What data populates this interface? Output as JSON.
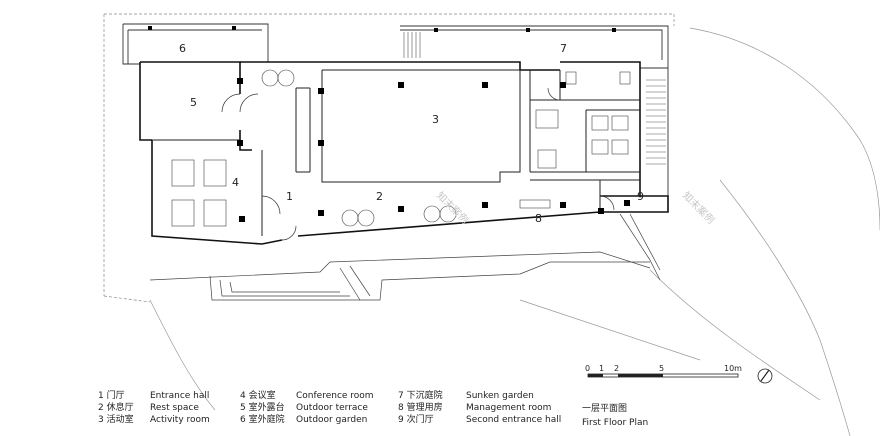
{
  "rooms": [
    {
      "num": "1"
    },
    {
      "num": "2"
    },
    {
      "num": "3"
    },
    {
      "num": "4"
    },
    {
      "num": "5"
    },
    {
      "num": "6"
    },
    {
      "num": "7"
    },
    {
      "num": "8"
    },
    {
      "num": "9"
    }
  ],
  "legend": [
    {
      "num": "1",
      "zh": "门厅",
      "en": "Entrance hall"
    },
    {
      "num": "2",
      "zh": "休息厅",
      "en": "Rest space"
    },
    {
      "num": "3",
      "zh": "活动室",
      "en": "Activity room"
    },
    {
      "num": "4",
      "zh": "会议室",
      "en": "Conference room"
    },
    {
      "num": "5",
      "zh": "室外露台",
      "en": "Outdoor terrace"
    },
    {
      "num": "6",
      "zh": "室外庭院",
      "en": "Outdoor garden"
    },
    {
      "num": "7",
      "zh": "下沉庭院",
      "en": "Sunken garden"
    },
    {
      "num": "8",
      "zh": "管理用房",
      "en": "Management room"
    },
    {
      "num": "9",
      "zh": "次门厅",
      "en": "Second entrance hall"
    }
  ],
  "scale_bar": {
    "ticks": [
      "0",
      "1",
      "2",
      "5",
      "10m"
    ]
  },
  "plan_title": {
    "zh": "一层平面图",
    "en": "First Floor Plan"
  },
  "watermark": "知末案例"
}
